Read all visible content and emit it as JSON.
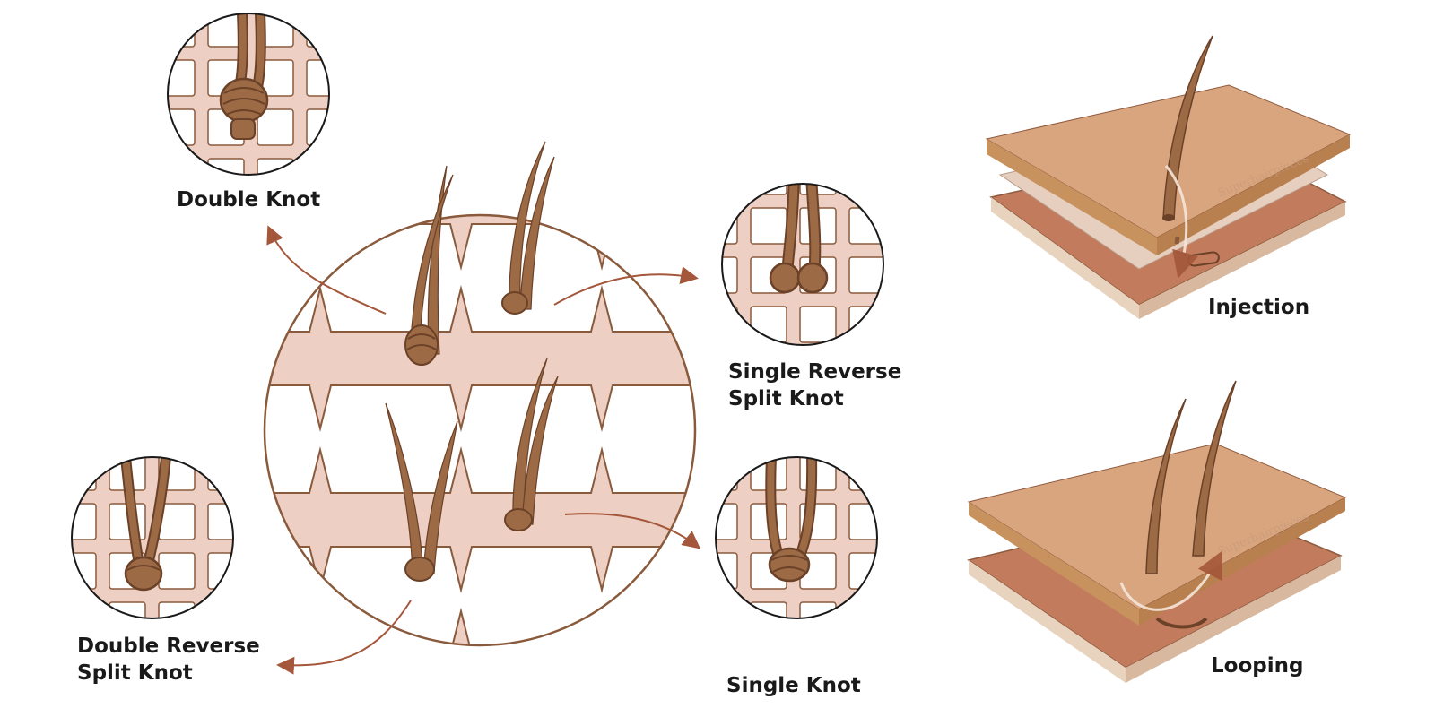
{
  "labels": {
    "double_knot": "Double Knot",
    "single_reverse_split_knot": [
      "Single Reverse",
      "Split Knot"
    ],
    "double_reverse_split_knot": [
      "Double Reverse",
      "Split Knot"
    ],
    "single_knot": "Single Knot",
    "injection": "Injection",
    "looping": "Looping"
  },
  "watermark": "Superhairpieces",
  "colors": {
    "mesh": "#EDCFC3",
    "mesh_stroke": "#8A5A3C",
    "hair": "#9C6A45",
    "hair_dark": "#6B4128",
    "arrow": "#A4573A",
    "base_top": "#D9A57E",
    "base_middle": "#E7CFC0",
    "base_bottom": "#C27B5C",
    "edge": "#8F5A3E"
  },
  "icons": [
    "hexagon-mesh-icon",
    "hair-strand-icon",
    "knot-icon",
    "arrow-icon"
  ]
}
